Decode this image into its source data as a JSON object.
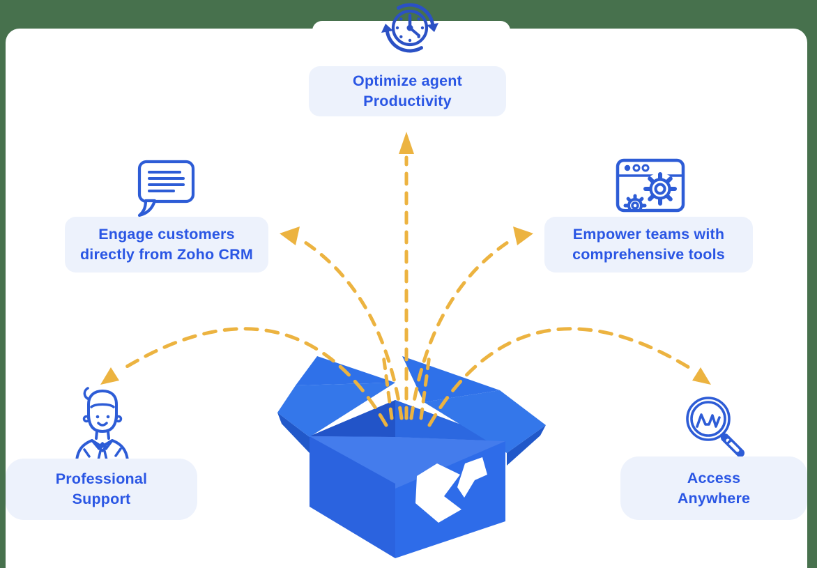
{
  "benefits": [
    {
      "id": "optimize",
      "icon": "clock-refresh-icon",
      "line1": "Optimize agent",
      "line2": "Productivity"
    },
    {
      "id": "engage",
      "icon": "chat-bubble-icon",
      "line1": "Engage customers",
      "line2": "directly from Zoho CRM"
    },
    {
      "id": "empower",
      "icon": "browser-gears-icon",
      "line1": "Empower teams with",
      "line2": "comprehensive tools"
    },
    {
      "id": "support",
      "icon": "support-agent-icon",
      "line1": "Professional",
      "line2": "Support"
    },
    {
      "id": "access",
      "icon": "magnifier-chart-icon",
      "line1": "Access",
      "line2": "Anywhere"
    }
  ],
  "center": {
    "illustration": "open-box",
    "logo": "zoho-desk-box-logo"
  },
  "colors": {
    "page_bg": "#47714D",
    "card_bg": "#FFFFFF",
    "pill_bg": "#EDF2FC",
    "text_blue": "#2A56E4",
    "icon_blue": "#2D5CD6",
    "clock_blue": "#2B51C5",
    "arrow_gold": "#ECB340",
    "box_blue": "#2E6CE9"
  }
}
